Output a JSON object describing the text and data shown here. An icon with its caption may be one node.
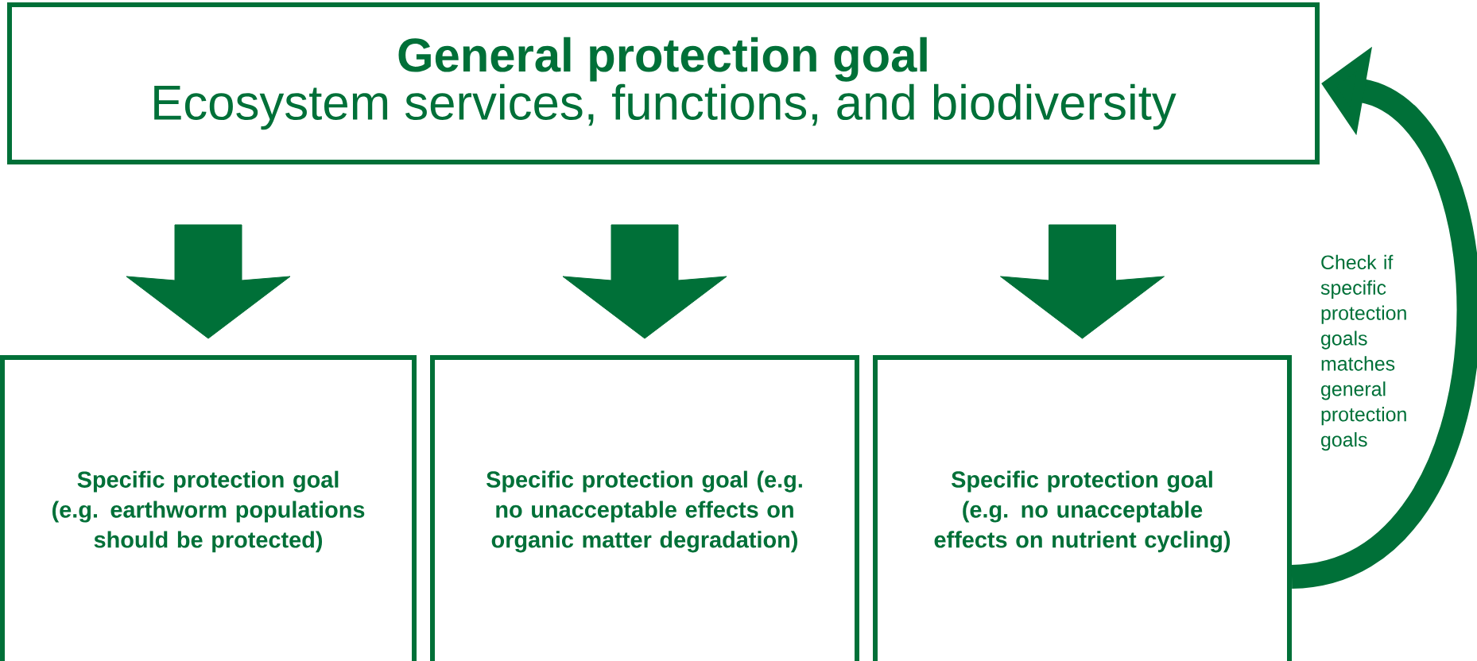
{
  "diagram": {
    "nodes": [
      {
        "text": [
          "General protection goal",
          "Ecosystem services, functions, and biodiversity"
        ]
      },
      {
        "text": [
          "Specific protection goal (e.g. earthworm populations should be protected)"
        ]
      },
      {
        "text": [
          "Specific protection goal (e.g. no unacceptable effects on organic matter degradation)"
        ]
      },
      {
        "text": [
          "Specific protection goal (e.g. no unacceptable effects on nutrient cycling)"
        ]
      }
    ],
    "edges": [
      {
        "from": 0,
        "to": 1,
        "arrow": "to",
        "style": "thick"
      },
      {
        "from": 0,
        "to": 2,
        "arrow": "to",
        "style": "thick"
      },
      {
        "from": 0,
        "to": 3,
        "arrow": "to",
        "style": "thick"
      },
      {
        "from": 3,
        "to": 0,
        "arrow": "to",
        "label": "Check if specific protection goals matches general protection goals"
      }
    ]
  }
}
